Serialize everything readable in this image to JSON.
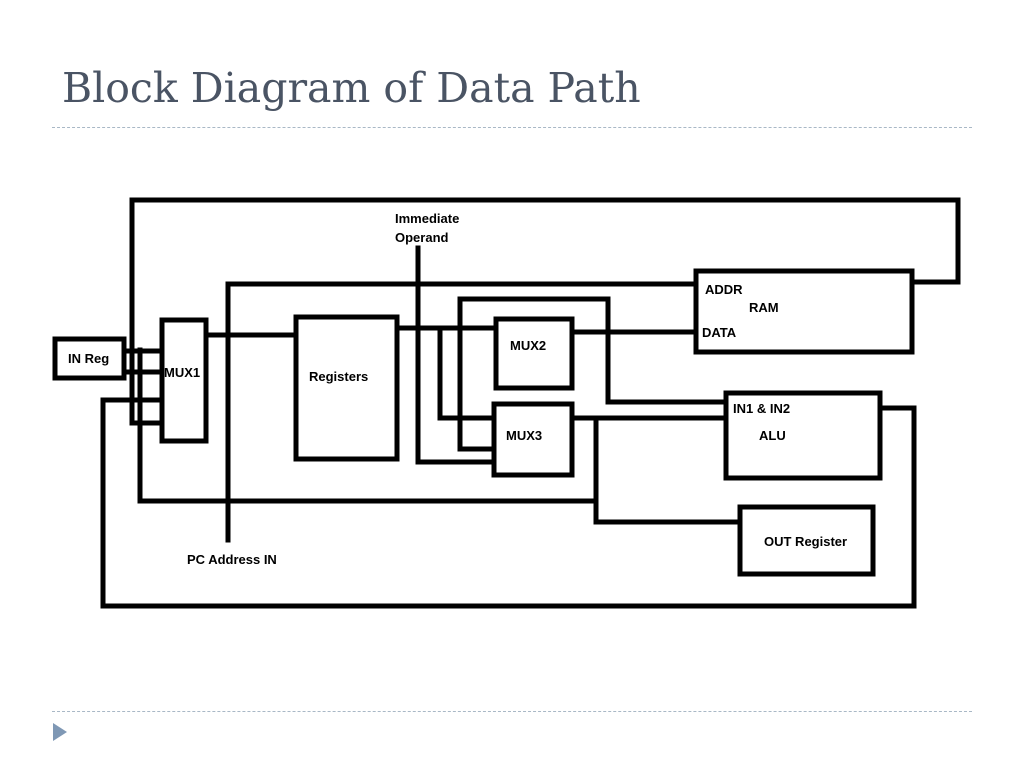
{
  "slide": {
    "title": "Block Diagram of Data Path",
    "accent_color": "#4a5464",
    "rule_color": "#a9b8c6",
    "bullet_color": "#7f98b5",
    "bullet_icon": "triangle-right-icon"
  },
  "diagram": {
    "blocks": {
      "in_reg": "IN Reg",
      "mux1": "MUX1",
      "registers": "Registers",
      "mux2": "MUX2",
      "mux3": "MUX3",
      "ram_addr": "ADDR",
      "ram_name": "RAM",
      "ram_data": "DATA",
      "alu_inputs": "IN1 & IN2",
      "alu_name": "ALU",
      "out_register": "OUT Register"
    },
    "signals": {
      "immediate_line1": "Immediate",
      "immediate_line2": "Operand",
      "pc_address": "PC Address IN"
    }
  }
}
